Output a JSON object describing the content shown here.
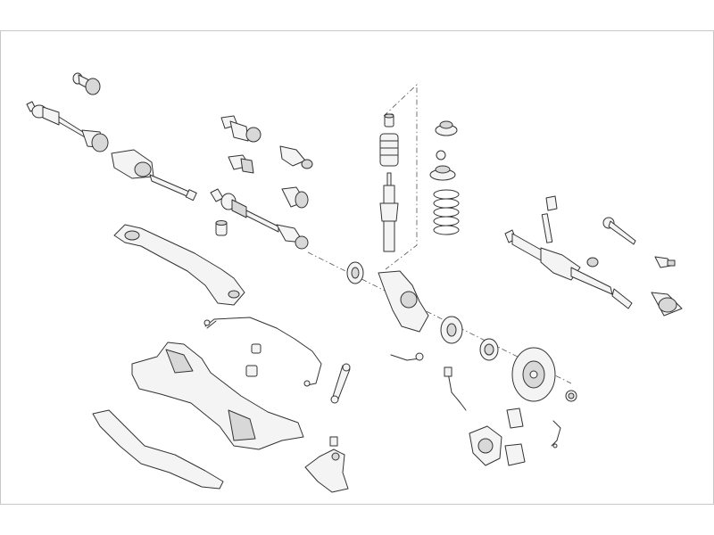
{
  "diagram": {
    "kind": "exploded-parts-view",
    "colors": {
      "line": "#333333",
      "fill": "#f4f4f4",
      "frame": "#c8c8c8",
      "background": "#ffffff"
    },
    "parts": [
      "cv-joint-boot-kit-top",
      "drive-shaft-left",
      "intermediate-shaft-bearing",
      "cv-joint-kit-center",
      "cv-boot-center-upper",
      "cv-boot-center-lower",
      "cv-boot-right-upper",
      "cv-boot-right-lower",
      "drive-shaft-right",
      "small-bushing",
      "strut-top-bump-stop",
      "strut-dust-boot",
      "shock-absorber",
      "top-mount",
      "spring-seat",
      "coil-spring",
      "steering-rack",
      "tie-rod-end",
      "tie-rod-boot",
      "rack-clamp",
      "tie-rod-small-end",
      "reinforcement-bar",
      "stabilizer-bar",
      "stabilizer-bushing",
      "subframe",
      "stabilizer-link",
      "lower-brace",
      "lower-control-arm",
      "wheel-hub-bearing",
      "steering-knuckle",
      "dust-shield",
      "bearing-hub",
      "brake-disc",
      "wheel-nut",
      "brake-caliper",
      "brake-pads",
      "brake-pad-spring",
      "abs-sensor",
      "brake-hose",
      "pad-retainer-clip"
    ]
  }
}
